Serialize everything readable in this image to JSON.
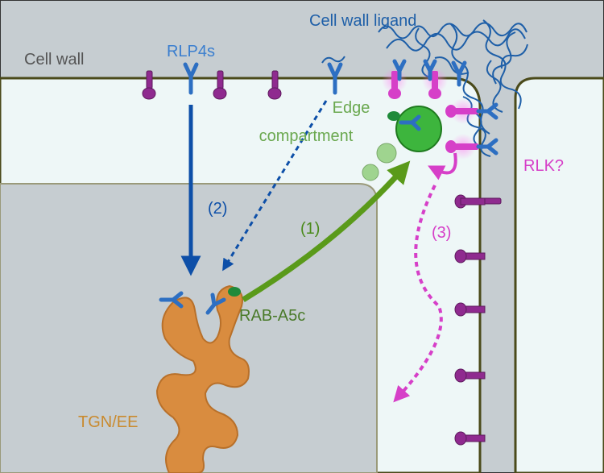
{
  "labels": {
    "cell_wall": "Cell wall",
    "rlp4s": "RLP4s",
    "cell_wall_ligand": "Cell wall ligand",
    "edge_line1": "Edge",
    "edge_line2": "compartment",
    "rlk": "RLK?",
    "step1": "(1)",
    "step2": "(2)",
    "step3": "(3)",
    "rab": "RAB-A5c",
    "tgn": "TGN/EE"
  },
  "colors": {
    "cell_wall_gray": "#c6cdd1",
    "cell_interior": "#eef7f7",
    "wall_line": "#4a4a1a",
    "rlp4_blue": "#2d6fc2",
    "arrow_blue": "#0d4fa8",
    "arrow_green": "#5a9a1a",
    "rlk_magenta": "#d63fc8",
    "rlk_purple": "#8f2a8f",
    "edge_green": "#3db53d",
    "rab_green": "#1f8a3a",
    "tgn_orange": "#d98c3f",
    "label_gray": "#555555",
    "label_blue": "#3a7ecf",
    "label_green": "#6aa84f",
    "label_brown": "#c98a2e"
  }
}
